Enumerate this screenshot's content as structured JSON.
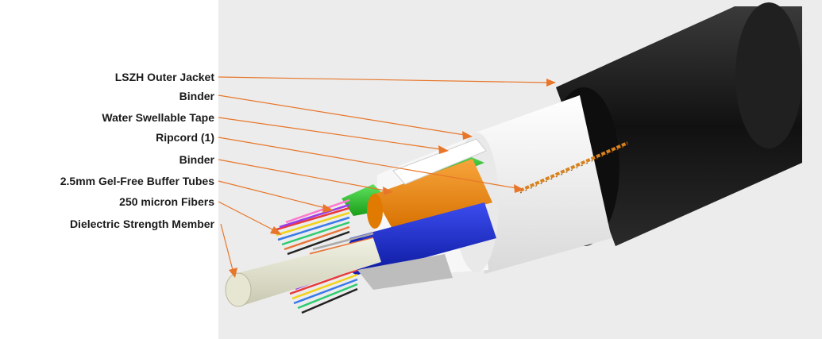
{
  "labels": [
    {
      "id": "lszh-outer-jacket",
      "text": "LSZH Outer Jacket"
    },
    {
      "id": "binder-outer",
      "text": "Binder"
    },
    {
      "id": "water-swellable-tape",
      "text": "Water Swellable Tape"
    },
    {
      "id": "ripcord",
      "text": "Ripcord (1)"
    },
    {
      "id": "binder-inner",
      "text": "Binder"
    },
    {
      "id": "buffer-tubes",
      "text": "2.5mm Gel-Free Buffer Tubes"
    },
    {
      "id": "micron-fibers",
      "text": "250 micron Fibers"
    },
    {
      "id": "dielectric-strength-member",
      "text": "Dielectric Strength Member"
    }
  ],
  "colors": {
    "leader_line": "#e8762a",
    "jacket": "#1c1c1c",
    "tape": "#f4f4f4",
    "tube_blue": "#1f2fd0",
    "tube_orange": "#f28c12",
    "tube_green": "#2ecc2e",
    "strength_member": "#e2e2cf"
  }
}
